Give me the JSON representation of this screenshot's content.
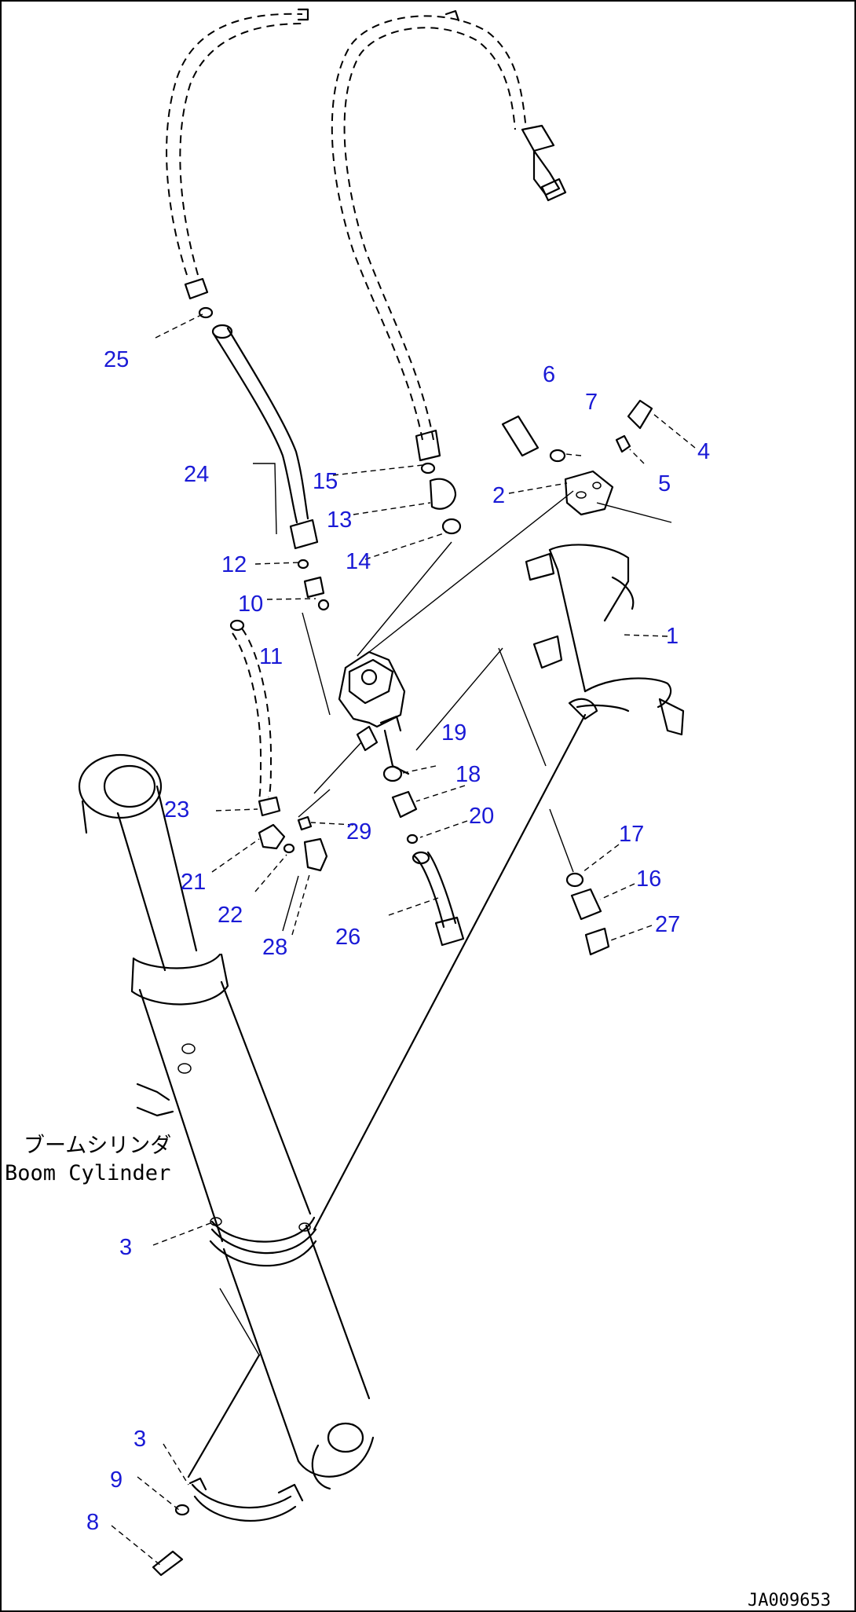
{
  "drawing": {
    "code": "JA009653",
    "caption_jp": "ブームシリンダ",
    "caption_en": "Boom Cylinder"
  },
  "callouts": [
    {
      "id": "c1",
      "label": "1"
    },
    {
      "id": "c2",
      "label": "2"
    },
    {
      "id": "c3a",
      "label": "3"
    },
    {
      "id": "c3b",
      "label": "3"
    },
    {
      "id": "c4",
      "label": "4"
    },
    {
      "id": "c5",
      "label": "5"
    },
    {
      "id": "c6",
      "label": "6"
    },
    {
      "id": "c7",
      "label": "7"
    },
    {
      "id": "c8",
      "label": "8"
    },
    {
      "id": "c9",
      "label": "9"
    },
    {
      "id": "c10",
      "label": "10"
    },
    {
      "id": "c11",
      "label": "11"
    },
    {
      "id": "c12",
      "label": "12"
    },
    {
      "id": "c13",
      "label": "13"
    },
    {
      "id": "c14",
      "label": "14"
    },
    {
      "id": "c15",
      "label": "15"
    },
    {
      "id": "c16",
      "label": "16"
    },
    {
      "id": "c17",
      "label": "17"
    },
    {
      "id": "c18",
      "label": "18"
    },
    {
      "id": "c19",
      "label": "19"
    },
    {
      "id": "c20",
      "label": "20"
    },
    {
      "id": "c21",
      "label": "21"
    },
    {
      "id": "c22",
      "label": "22"
    },
    {
      "id": "c23",
      "label": "23"
    },
    {
      "id": "c24",
      "label": "24"
    },
    {
      "id": "c25",
      "label": "25"
    },
    {
      "id": "c26",
      "label": "26"
    },
    {
      "id": "c27",
      "label": "27"
    },
    {
      "id": "c28",
      "label": "28"
    },
    {
      "id": "c29",
      "label": "29"
    }
  ]
}
